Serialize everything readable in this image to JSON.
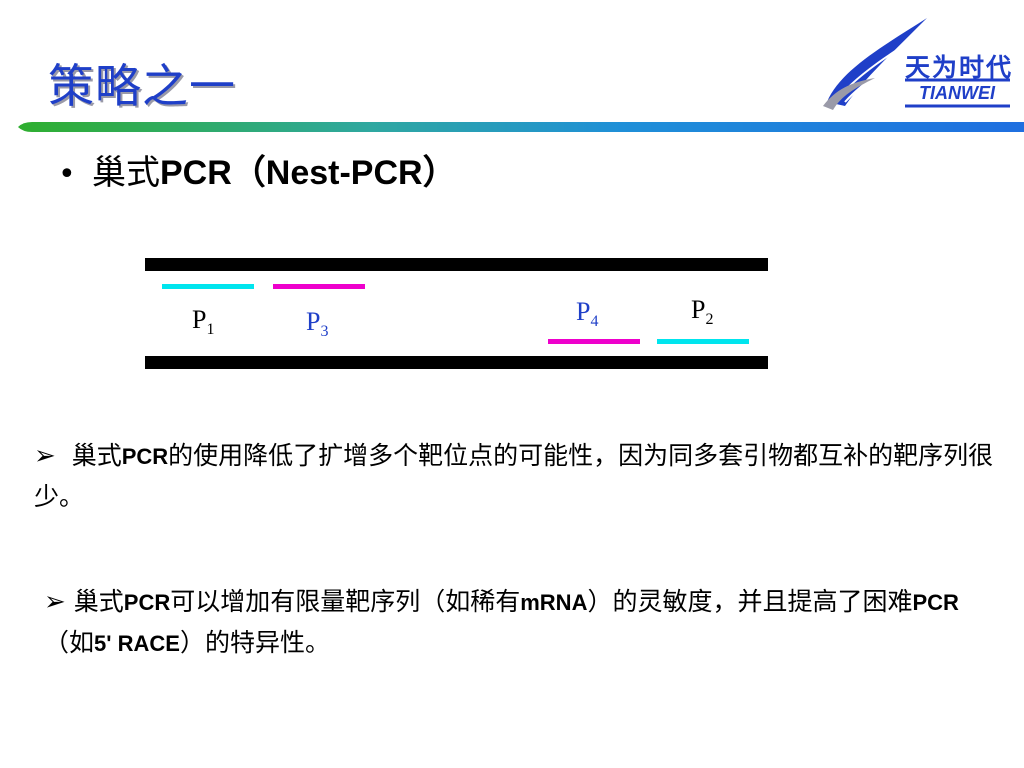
{
  "title": "策略之一",
  "logo": {
    "cn": "天为时代",
    "en": "TIANWEI",
    "colors": {
      "brand": "#1f3fc8",
      "accent_gray": "#9a9aa8"
    },
    "icon": "swoosh-wing-icon"
  },
  "title_rule": {
    "colors": [
      "#2fae2f",
      "#1f8fd8",
      "#1f6fe0"
    ]
  },
  "bullet": {
    "symbol": "•",
    "text_cn": "巢式",
    "text_en": "PCR（Nest-PCR）"
  },
  "diagram": {
    "strand_color": "#000000",
    "primers": [
      {
        "label": "P",
        "sub": "1",
        "color": "#00e5ee",
        "label_color": "#000000"
      },
      {
        "label": "P",
        "sub": "3",
        "color": "#ee00cc",
        "label_color": "#1f3fc8"
      },
      {
        "label": "P",
        "sub": "4",
        "color": "#ee00cc",
        "label_color": "#1f3fc8"
      },
      {
        "label": "P",
        "sub": "2",
        "color": "#00e5ee",
        "label_color": "#000000"
      }
    ]
  },
  "paragraph1": {
    "arrow": "➢",
    "lead_cn": "巢式",
    "lead_en": "PCR",
    "rest": "的使用降低了扩增多个靶位点的可能性，因为同多套引物都互补的靶序列很少。"
  },
  "paragraph2": {
    "arrow": "➢",
    "seg1": "巢式",
    "seg2": "PCR",
    "seg3": "可以增加有限量靶序列（如稀有",
    "seg4": "mRNA",
    "seg5": "）的灵敏度，并且提高了困难",
    "seg6": "PCR",
    "seg7": "（如",
    "seg8": "5' RACE",
    "seg9": "）的特异性。"
  }
}
